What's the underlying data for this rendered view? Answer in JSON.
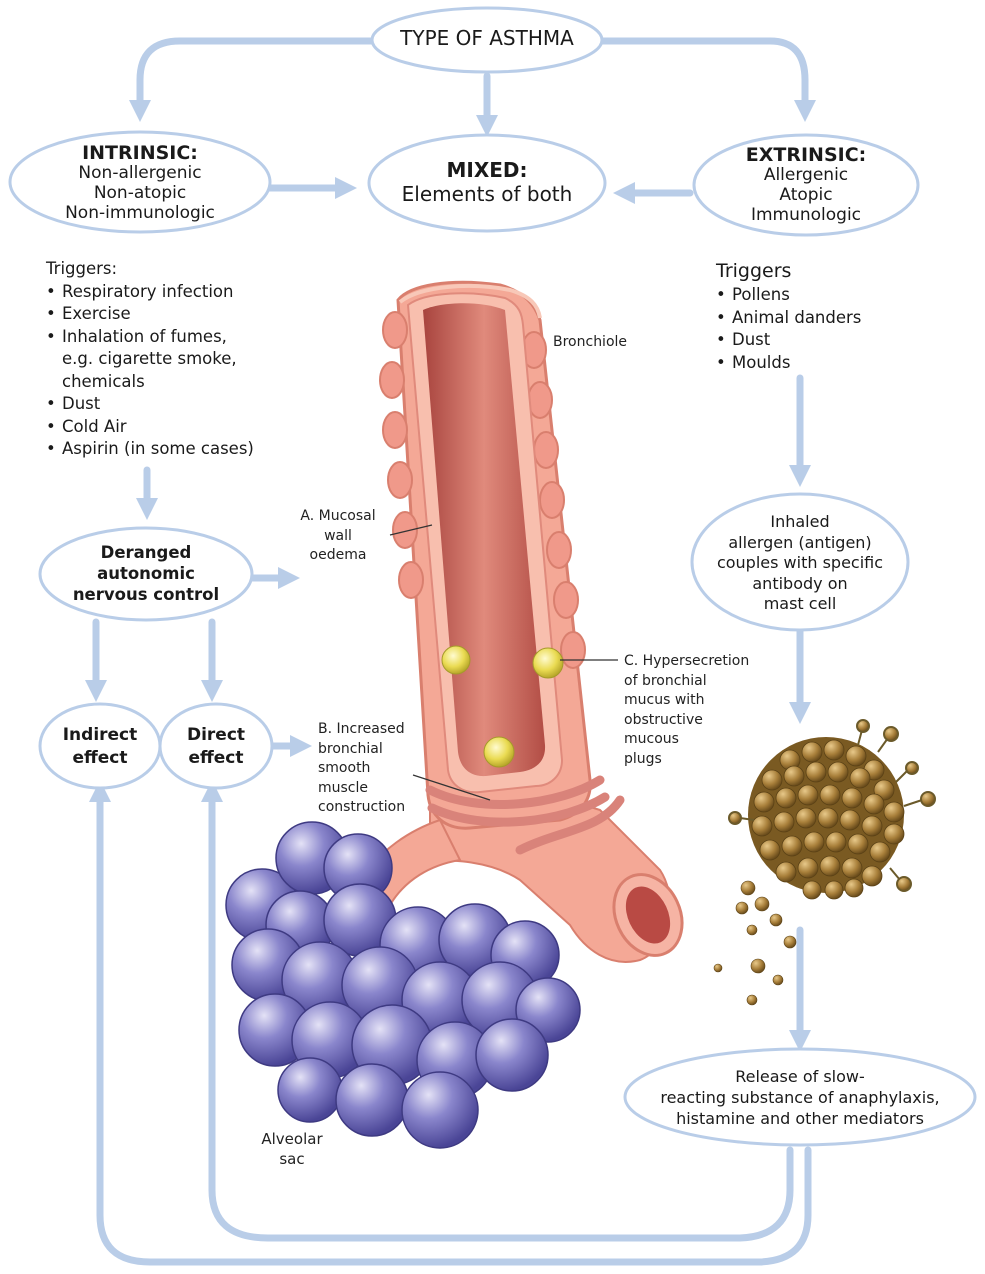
{
  "top": {
    "title": "TYPE OF ASTHMA"
  },
  "intrinsic": {
    "heading": "INTRINSIC:",
    "lines": [
      "Non-allergenic",
      "Non-atopic",
      "Non-immunologic"
    ]
  },
  "mixed": {
    "heading": "MIXED:",
    "line": "Elements of both"
  },
  "extrinsic": {
    "heading": "EXTRINSIC:",
    "lines": [
      "Allergenic",
      "Atopic",
      "Immunologic"
    ]
  },
  "intrinsic_triggers": {
    "heading": "Triggers:",
    "items": [
      "Respiratory infection",
      "Exercise",
      "Inhalation of fumes,",
      "e.g. cigarette smoke,",
      "chemicals",
      "Dust",
      "Cold Air",
      "Aspirin (in some cases)"
    ]
  },
  "extrinsic_triggers": {
    "heading": "Triggers",
    "items": [
      "Pollens",
      "Animal danders",
      "Dust",
      "Moulds"
    ]
  },
  "deranged": {
    "lines": [
      "Deranged",
      "autonomic",
      "nervous control"
    ]
  },
  "indirect": {
    "lines": [
      "Indirect",
      "effect"
    ]
  },
  "direct": {
    "lines": [
      "Direct",
      "effect"
    ]
  },
  "inhaled": {
    "lines": [
      "Inhaled",
      "allergen (antigen)",
      "couples with specific",
      "antibody on",
      "mast cell"
    ]
  },
  "release": {
    "lines": [
      "Release of slow-",
      "reacting substance of anaphylaxis,",
      "histamine and other mediators"
    ]
  },
  "labels": {
    "bronchiole": "Bronchiole",
    "mucosal": [
      "A. Mucosal",
      "wall",
      "oedema"
    ],
    "hypersecretion": [
      "C. Hypersecretion",
      "of bronchial",
      "mucus with",
      "obstructive",
      "mucous",
      "plugs"
    ],
    "increased": [
      "B. Increased",
      "bronchial",
      "smooth",
      "muscle",
      "construction"
    ],
    "alveolar": [
      "Alveolar",
      "sac"
    ]
  },
  "colors": {
    "arrow": "#b9cde8",
    "oval_stroke": "#b9cde8",
    "tissue": "#f2a28f",
    "lumen": "#c85a52",
    "alveoli": "#6f6ab8",
    "mast_cell": "#9a7a3a",
    "mucus": "#e8d84a"
  }
}
